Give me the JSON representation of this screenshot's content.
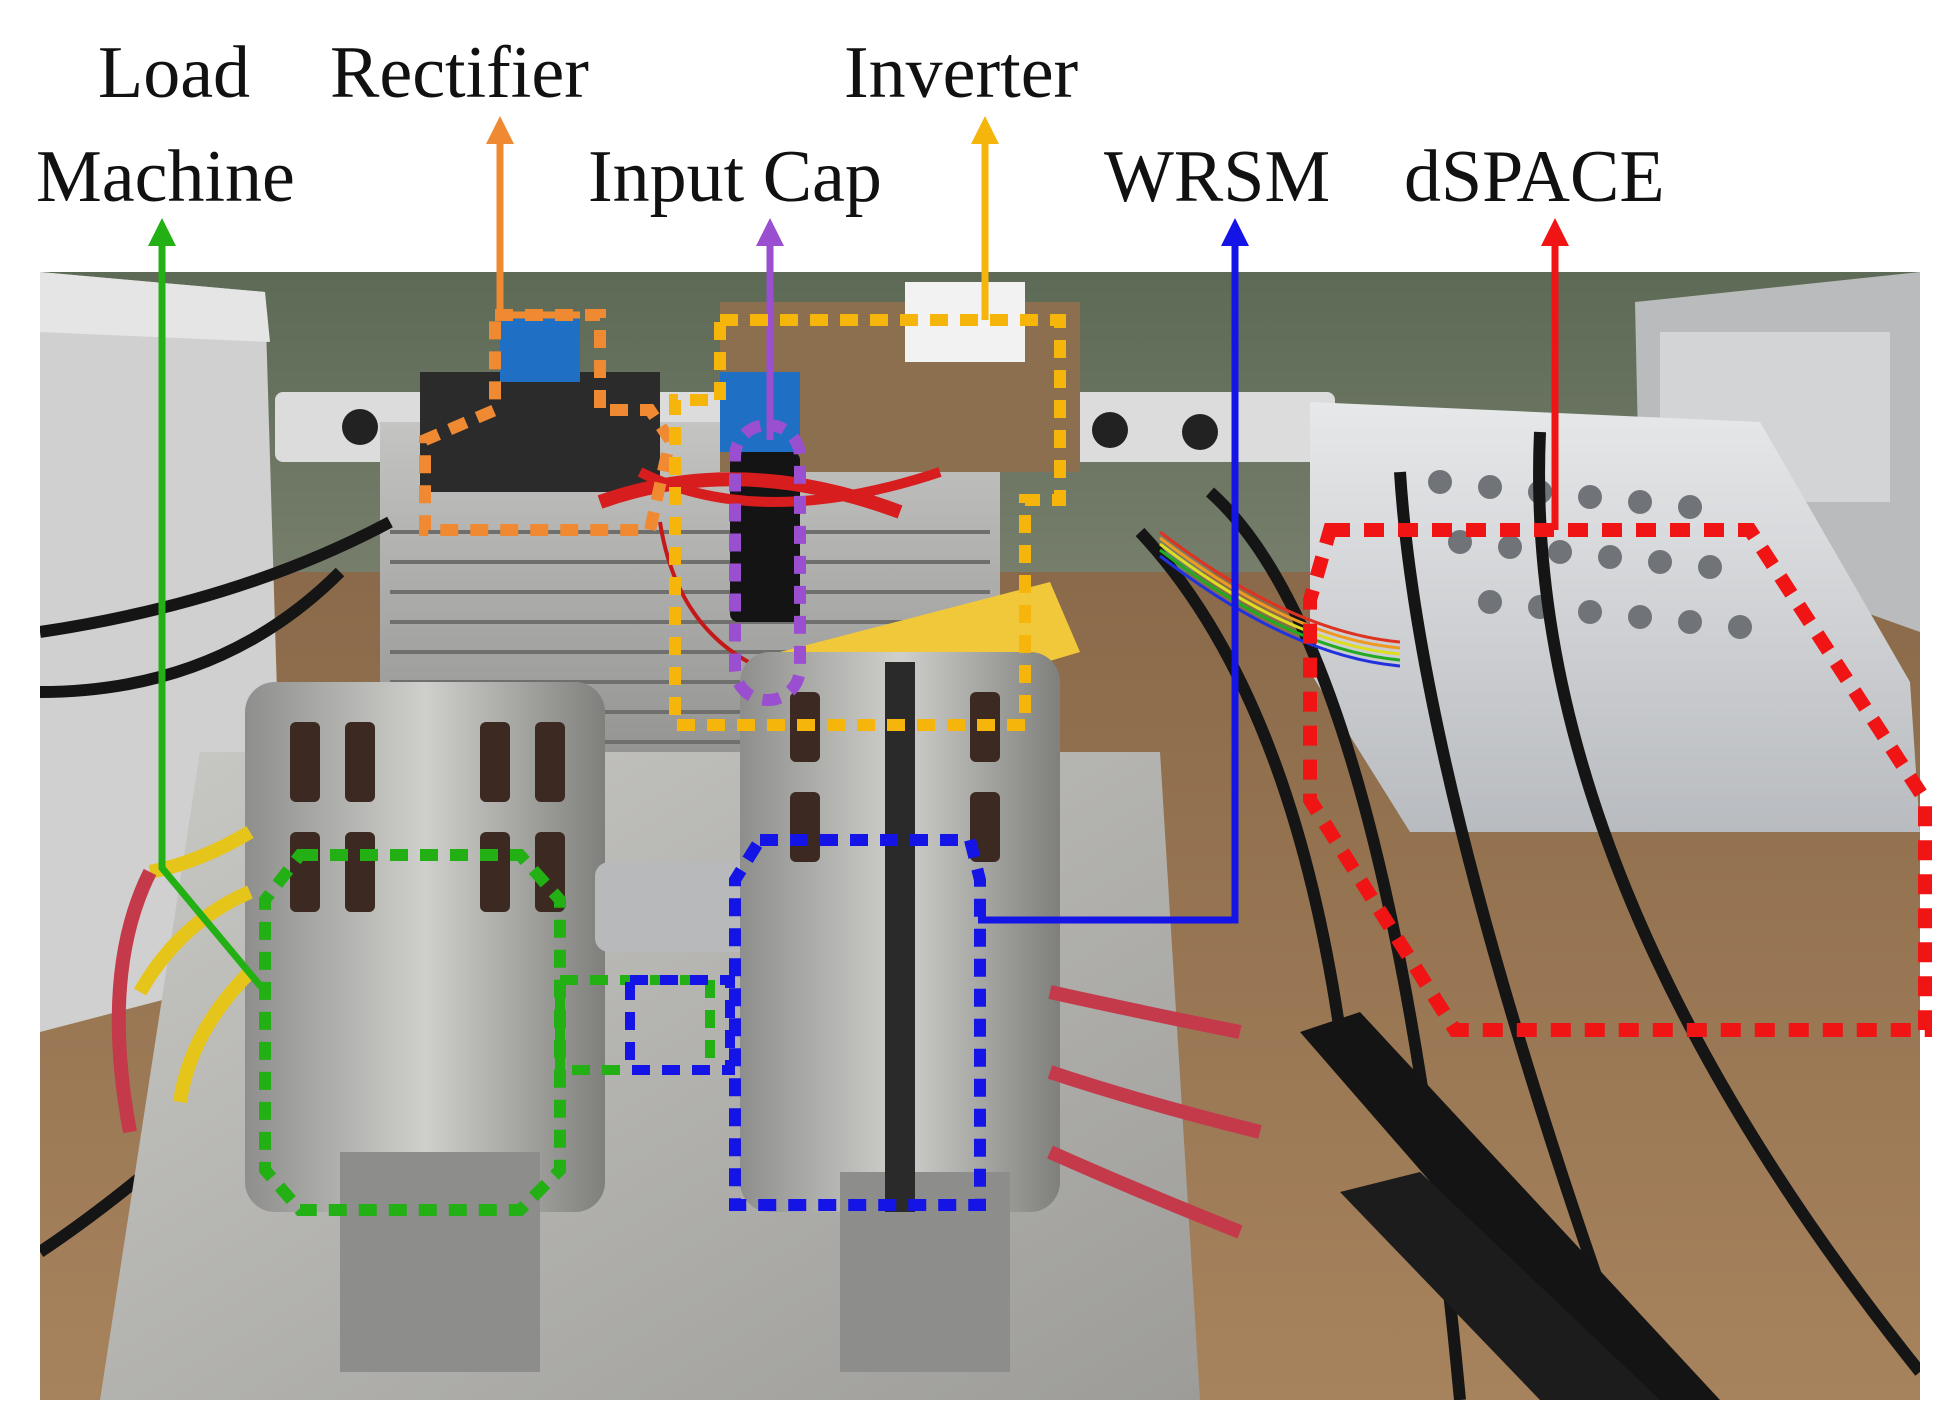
{
  "labels": {
    "load": "Load",
    "machine": "Machine",
    "rectifier": "Rectifier",
    "input_cap": "Input Cap",
    "inverter": "Inverter",
    "wrsm": "WRSM",
    "dspace": "dSPACE"
  },
  "colors": {
    "load_machine": "#22b014",
    "rectifier": "#f08a32",
    "input_cap": "#9a4fd0",
    "inverter": "#f5b50a",
    "wrsm": "#1414e6",
    "dspace": "#f01414"
  }
}
